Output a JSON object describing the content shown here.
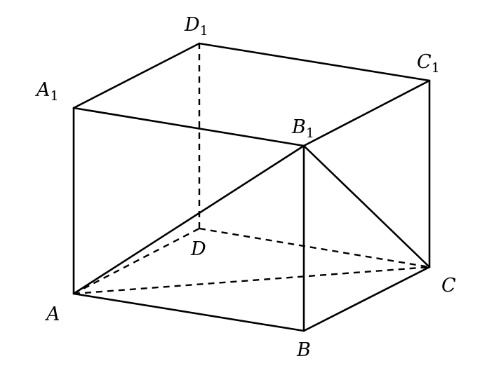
{
  "figure": {
    "type": "rectangular box (cuboid) with tetrahedron B1-ABC",
    "vertices": [
      {
        "id": "A",
        "letter": "A",
        "sub": ""
      },
      {
        "id": "B",
        "letter": "B",
        "sub": ""
      },
      {
        "id": "C",
        "letter": "C",
        "sub": ""
      },
      {
        "id": "D",
        "letter": "D",
        "sub": ""
      },
      {
        "id": "A1",
        "letter": "A",
        "sub": "1"
      },
      {
        "id": "B1",
        "letter": "B",
        "sub": "1"
      },
      {
        "id": "C1",
        "letter": "C",
        "sub": "1"
      },
      {
        "id": "D1",
        "letter": "D",
        "sub": "1"
      }
    ],
    "solid_edges": [
      [
        "A",
        "B"
      ],
      [
        "B",
        "C"
      ],
      [
        "C",
        "C1"
      ],
      [
        "A",
        "A1"
      ],
      [
        "B",
        "B1"
      ],
      [
        "A1",
        "B1"
      ],
      [
        "B1",
        "C1"
      ],
      [
        "C1",
        "D1"
      ],
      [
        "D1",
        "A1"
      ],
      [
        "A",
        "B1"
      ],
      [
        "B1",
        "C"
      ]
    ],
    "hidden_edges": [
      [
        "A",
        "D"
      ],
      [
        "D",
        "C"
      ],
      [
        "D",
        "D1"
      ],
      [
        "A",
        "C"
      ]
    ]
  }
}
